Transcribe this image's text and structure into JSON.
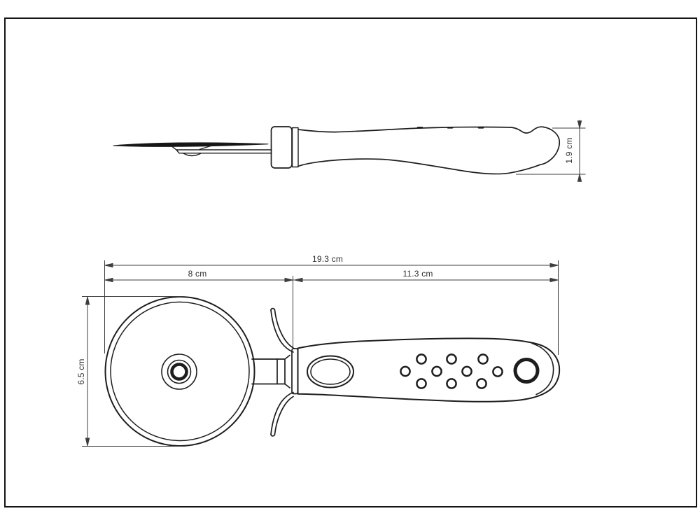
{
  "drawing": {
    "labels": {
      "total_length": "19.3 cm",
      "head_width": "8 cm",
      "handle_length": "11.3 cm",
      "wheel_diameter": "6.5 cm",
      "handle_thickness": "1.9 cm"
    },
    "colors": {
      "background": "#ffffff",
      "frame": "#141414",
      "outline": "#1d1d1d",
      "dimension": "#3d3d3d",
      "text": "#2e2e2e"
    }
  }
}
